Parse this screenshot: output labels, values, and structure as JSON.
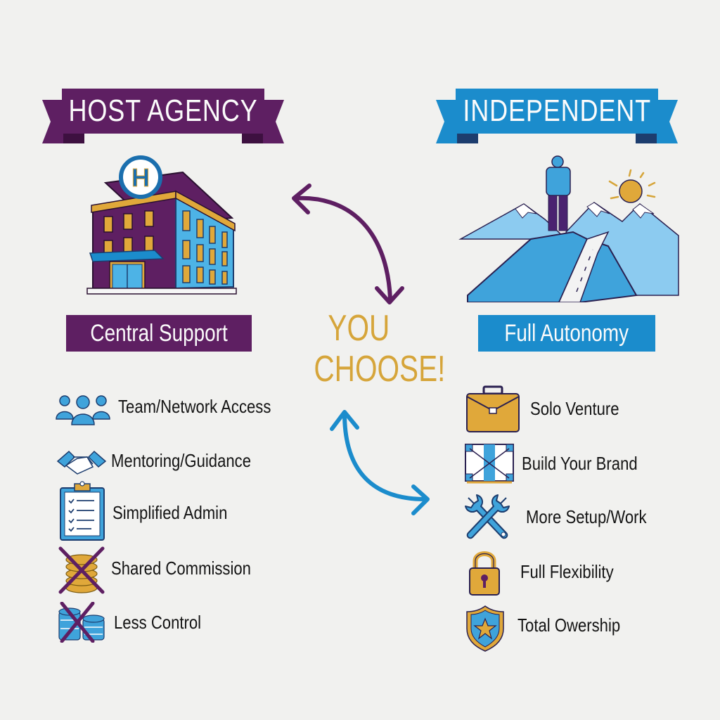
{
  "colors": {
    "purple": "#5e1f62",
    "blue": "#1b8ccc",
    "gold": "#d6a53a",
    "background": "#f1f1ef",
    "text": "#141414"
  },
  "left": {
    "banner": "HOST AGENCY",
    "illustration": "hotel-building",
    "subtitle": "Central Support",
    "items": [
      {
        "icon": "team-icon",
        "label": "Team/Network Access"
      },
      {
        "icon": "handshake-icon",
        "label": "Mentoring/Guidance"
      },
      {
        "icon": "clipboard-checklist-icon",
        "label": "Simplified Admin"
      },
      {
        "icon": "crossed-coins-icon",
        "label": "Shared Commission"
      },
      {
        "icon": "crossed-database-icon",
        "label": "Less Control"
      }
    ]
  },
  "right": {
    "banner": "INDEPENDENT",
    "illustration": "person-on-mountain",
    "subtitle": "Full Autonomy",
    "items": [
      {
        "icon": "briefcase-icon",
        "label": "Solo Venture"
      },
      {
        "icon": "brand-frame-icon",
        "label": "Build Your Brand"
      },
      {
        "icon": "crossed-wrenches-icon",
        "label": "More Setup/Work"
      },
      {
        "icon": "padlock-icon",
        "label": "Full Flexibility"
      },
      {
        "icon": "shield-star-icon",
        "label": "Total Owership"
      }
    ]
  },
  "center": {
    "line1": "YOU",
    "line2": "CHOOSE!"
  }
}
